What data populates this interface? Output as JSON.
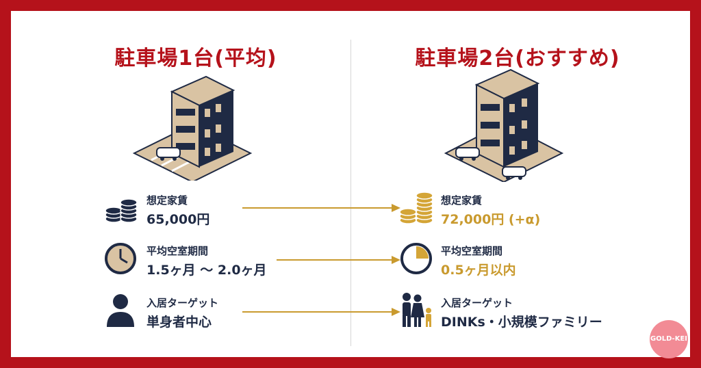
{
  "left": {
    "title": "駐車場1台(平均)",
    "rent_label": "想定家賃",
    "rent_value": "65,000円",
    "vacancy_label": "平均空室期間",
    "vacancy_value": "1.5ヶ月 〜 2.0ヶ月",
    "target_label": "入居ターゲット",
    "target_value": "単身者中心"
  },
  "right": {
    "title": "駐車場2台(おすすめ)",
    "rent_label": "想定家賃",
    "rent_value": "72,000円 (+α)",
    "vacancy_label": "平均空室期間",
    "vacancy_value": "0.5ヶ月以内",
    "target_label": "入居ターゲット",
    "target_value": "DINKs・小規模ファミリー"
  },
  "badge": "GOLD-KEI",
  "colors": {
    "frame": "#b5121b",
    "navy": "#1f2a44",
    "gold": "#c99a2e",
    "beige": "#d9c3a3"
  },
  "icons": [
    "building-icon",
    "coins-icon",
    "clock-icon",
    "person-icon",
    "family-icon",
    "arrow-icon"
  ]
}
